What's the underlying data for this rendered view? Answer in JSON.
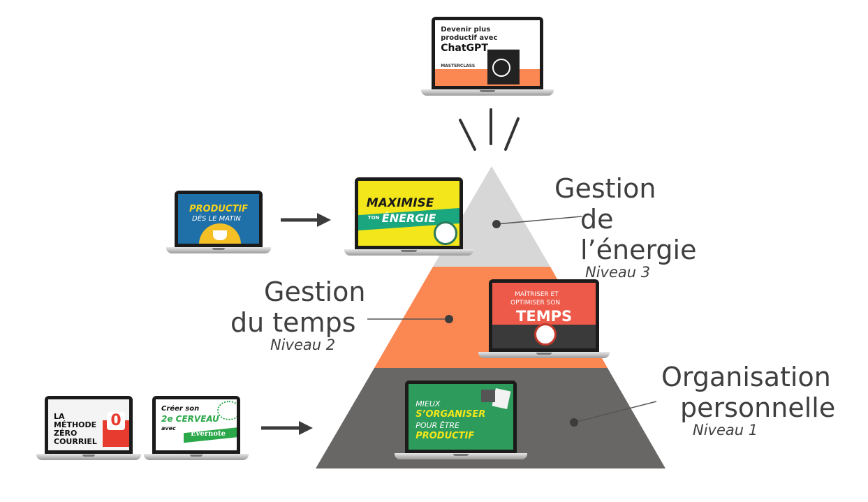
{
  "levels": [
    {
      "title_line1": "Gestion",
      "title_line2": "de l’énergie",
      "level": "Niveau 3",
      "color": "#d7d7d7"
    },
    {
      "title_line1": "Gestion",
      "title_line2": "du temps",
      "level": "Niveau 2",
      "color": "#fb8752"
    },
    {
      "title_line1": "Organisation",
      "title_line2": "personnelle",
      "level": "Niveau 1",
      "color": "#686766"
    }
  ],
  "courses": {
    "chatgpt": {
      "line1": "Devenir plus",
      "line2": "productif avec",
      "line3": "ChatGPT",
      "tag": "MASTERCLASS"
    },
    "matin": {
      "line1": "PRODUCTIF",
      "line2": "DÈS LE MATIN"
    },
    "energie": {
      "line1": "MAXIMISE",
      "line2": "TON",
      "line3": "ÉNERGIE"
    },
    "temps": {
      "line1": "MAÎTRISER ET",
      "line2": "OPTIMISER SON",
      "line3": "TEMPS"
    },
    "organiser": {
      "line1": "MIEUX",
      "line2": "S’ORGANISER",
      "line3": "POUR ÊTRE",
      "line4": "PRODUCTIF"
    },
    "zero": {
      "line1": "LA",
      "line2": "MÉTHODE",
      "line3": "ZÉRO",
      "line4": "COURRIEL",
      "badge": "0"
    },
    "evernote": {
      "line1": "Créer son",
      "line2": "2e CERVEAU",
      "line3": "avec",
      "line4": "Evernote"
    }
  },
  "colors": {
    "arrow": "#3c3c3c",
    "accent_orange": "#fb8752",
    "text": "#3f3f3f"
  }
}
